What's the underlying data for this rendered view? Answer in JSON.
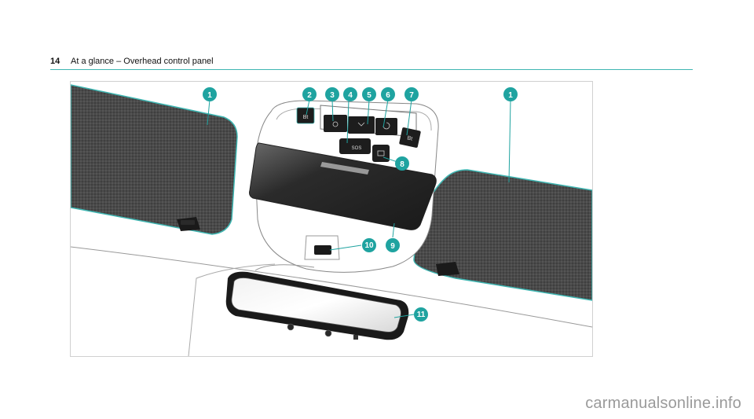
{
  "header": {
    "page_number": "14",
    "title": "At a glance – Overhead control panel"
  },
  "figure": {
    "callouts": [
      "1",
      "2",
      "3",
      "4",
      "5",
      "6",
      "7",
      "8",
      "9",
      "10",
      "11",
      "1"
    ],
    "button_labels": {
      "sos": "SOS"
    },
    "accent_color": "#3fb6b2",
    "callout_color": "#1fa3a0"
  },
  "watermark": "carmanualsonline.info"
}
